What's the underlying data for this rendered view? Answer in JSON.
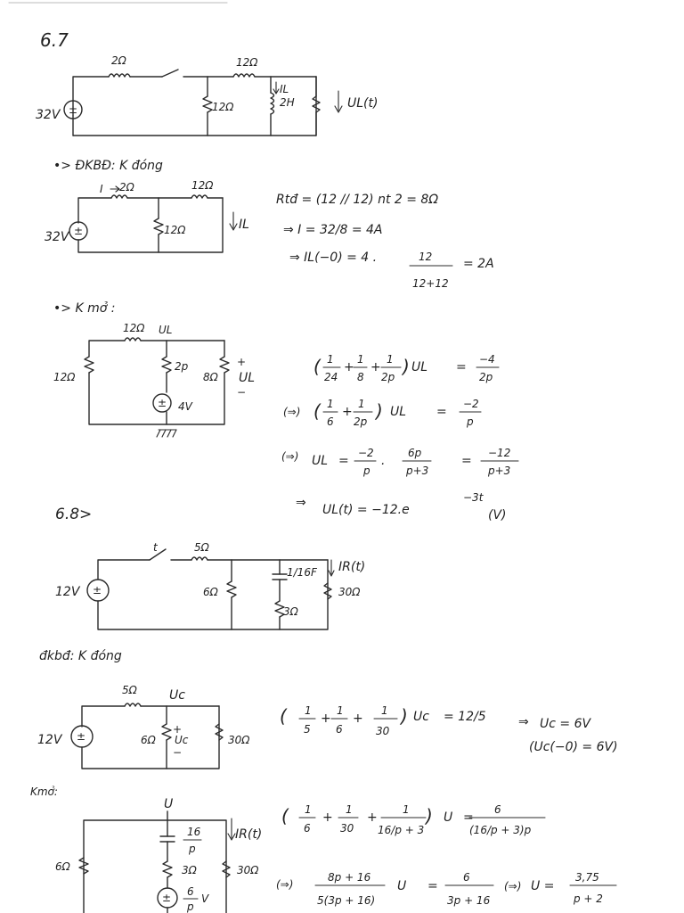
{
  "sections": {
    "s67": "6.7",
    "s68": "6.8>"
  },
  "c1": {
    "r_series": "2Ω",
    "r_top": "12Ω",
    "r_mid": "12Ω",
    "l_val": "2H",
    "i_label": "IL",
    "src": "32V",
    "out": "UL(t)"
  },
  "step1": {
    "title": "•> ĐKBĐ: K đóng",
    "i_label": "I",
    "r_series": "2Ω",
    "r_top": "12Ω",
    "r_mid": "12Ω",
    "il_label": "IL",
    "src": "32V",
    "eq1": "Rtđ = (12 // 12) nt 2 = 8Ω",
    "eq2": "⇒ I = 32/8 = 4A",
    "eq3a": "⇒ IL(−0) = 4 .",
    "eq3num": "12",
    "eq3den": "12+12",
    "eq3b": "= 2A"
  },
  "step2": {
    "title": "•> K mở :",
    "r_top": "12Ω",
    "node": "UL",
    "r_left": "12Ω",
    "r_mid": "2p",
    "r_right": "8Ω",
    "plus": "+",
    "minus": "−",
    "out": "UL",
    "src": "4V",
    "e1": {
      "open": "(",
      "f1n": "1",
      "f1d": "24",
      "p1": "+",
      "f2n": "1",
      "f2d": "8",
      "p2": "+",
      "f3n": "1",
      "f3d": "2p",
      "close": ")",
      "u": "UL",
      "eq": "=",
      "rn": "−4",
      "rd": "2p"
    },
    "e2": {
      "lead": "(⇒)",
      "open": "(",
      "f1n": "1",
      "f1d": "6",
      "p1": "+",
      "f2n": "1",
      "f2d": "2p",
      "close": ")",
      "u": "UL",
      "eq": "=",
      "rn": "−2",
      "rd": "p"
    },
    "e3": {
      "lead": "(⇒)",
      "u": "UL",
      "eq": "=",
      "f1n": "−2",
      "f1d": "p",
      "dot": ".",
      "f2n": "6p",
      "f2d": "p+3",
      "eq2": "=",
      "rn": "−12",
      "rd": "p+3"
    },
    "e4": {
      "lead": "⇒",
      "text": "UL(t) = −12.e",
      "exp": "−3t",
      "unit": "(V)"
    }
  },
  "c68": {
    "sw": "t",
    "r_series": "5Ω",
    "src": "12V",
    "r_6": "6Ω",
    "cap": "1/16F",
    "r_3": "3Ω",
    "ir_label": "IR(t)",
    "r_30": "30Ω"
  },
  "step3": {
    "title": "đkbđ: K đóng",
    "r_series": "5Ω",
    "node": "Uc",
    "src": "12V",
    "r_6": "6Ω",
    "plus": "+",
    "uc": "Uc",
    "minus": "−",
    "r_30": "30Ω",
    "e1": {
      "open": "(",
      "f1n": "1",
      "f1d": "5",
      "p1": "+",
      "f2n": "1",
      "f2d": "6",
      "p2": "+",
      "f3n": "1",
      "f3d": "30",
      "close": ")",
      "u": "Uc",
      "rhs": "= 12/5",
      "arrow": "⇒",
      "res": "Uc = 6V"
    },
    "e2": "(Uc(−0) = 6V)"
  },
  "step4": {
    "title": "Kmở:",
    "node": "U",
    "r_6": "6Ω",
    "cap_num": "16",
    "cap_den": "p",
    "ir_label": "IR(t)",
    "r_3": "3Ω",
    "r_30": "30Ω",
    "src_num": "6",
    "src_den": "p",
    "src_unit": "V",
    "e1": {
      "open": "(",
      "f1n": "1",
      "f1d": "6",
      "p1": "+",
      "f2n": "1",
      "f2d": "30",
      "p2": "+",
      "f3n": "1",
      "f3d": "16/p + 3",
      "close": ")",
      "u": "U",
      "eq": "=",
      "rn": "6",
      "rd": "(16/p + 3)p"
    },
    "e2": {
      "lead": "(⇒)",
      "f1n": "8p + 16",
      "f1d": "5(3p + 16)",
      "u": "U",
      "eq": "=",
      "f2n": "6",
      "f2d": "3p + 16",
      "lead2": "(⇒)",
      "u2": "U =",
      "rn": "3,75",
      "rd": "p + 2"
    }
  }
}
